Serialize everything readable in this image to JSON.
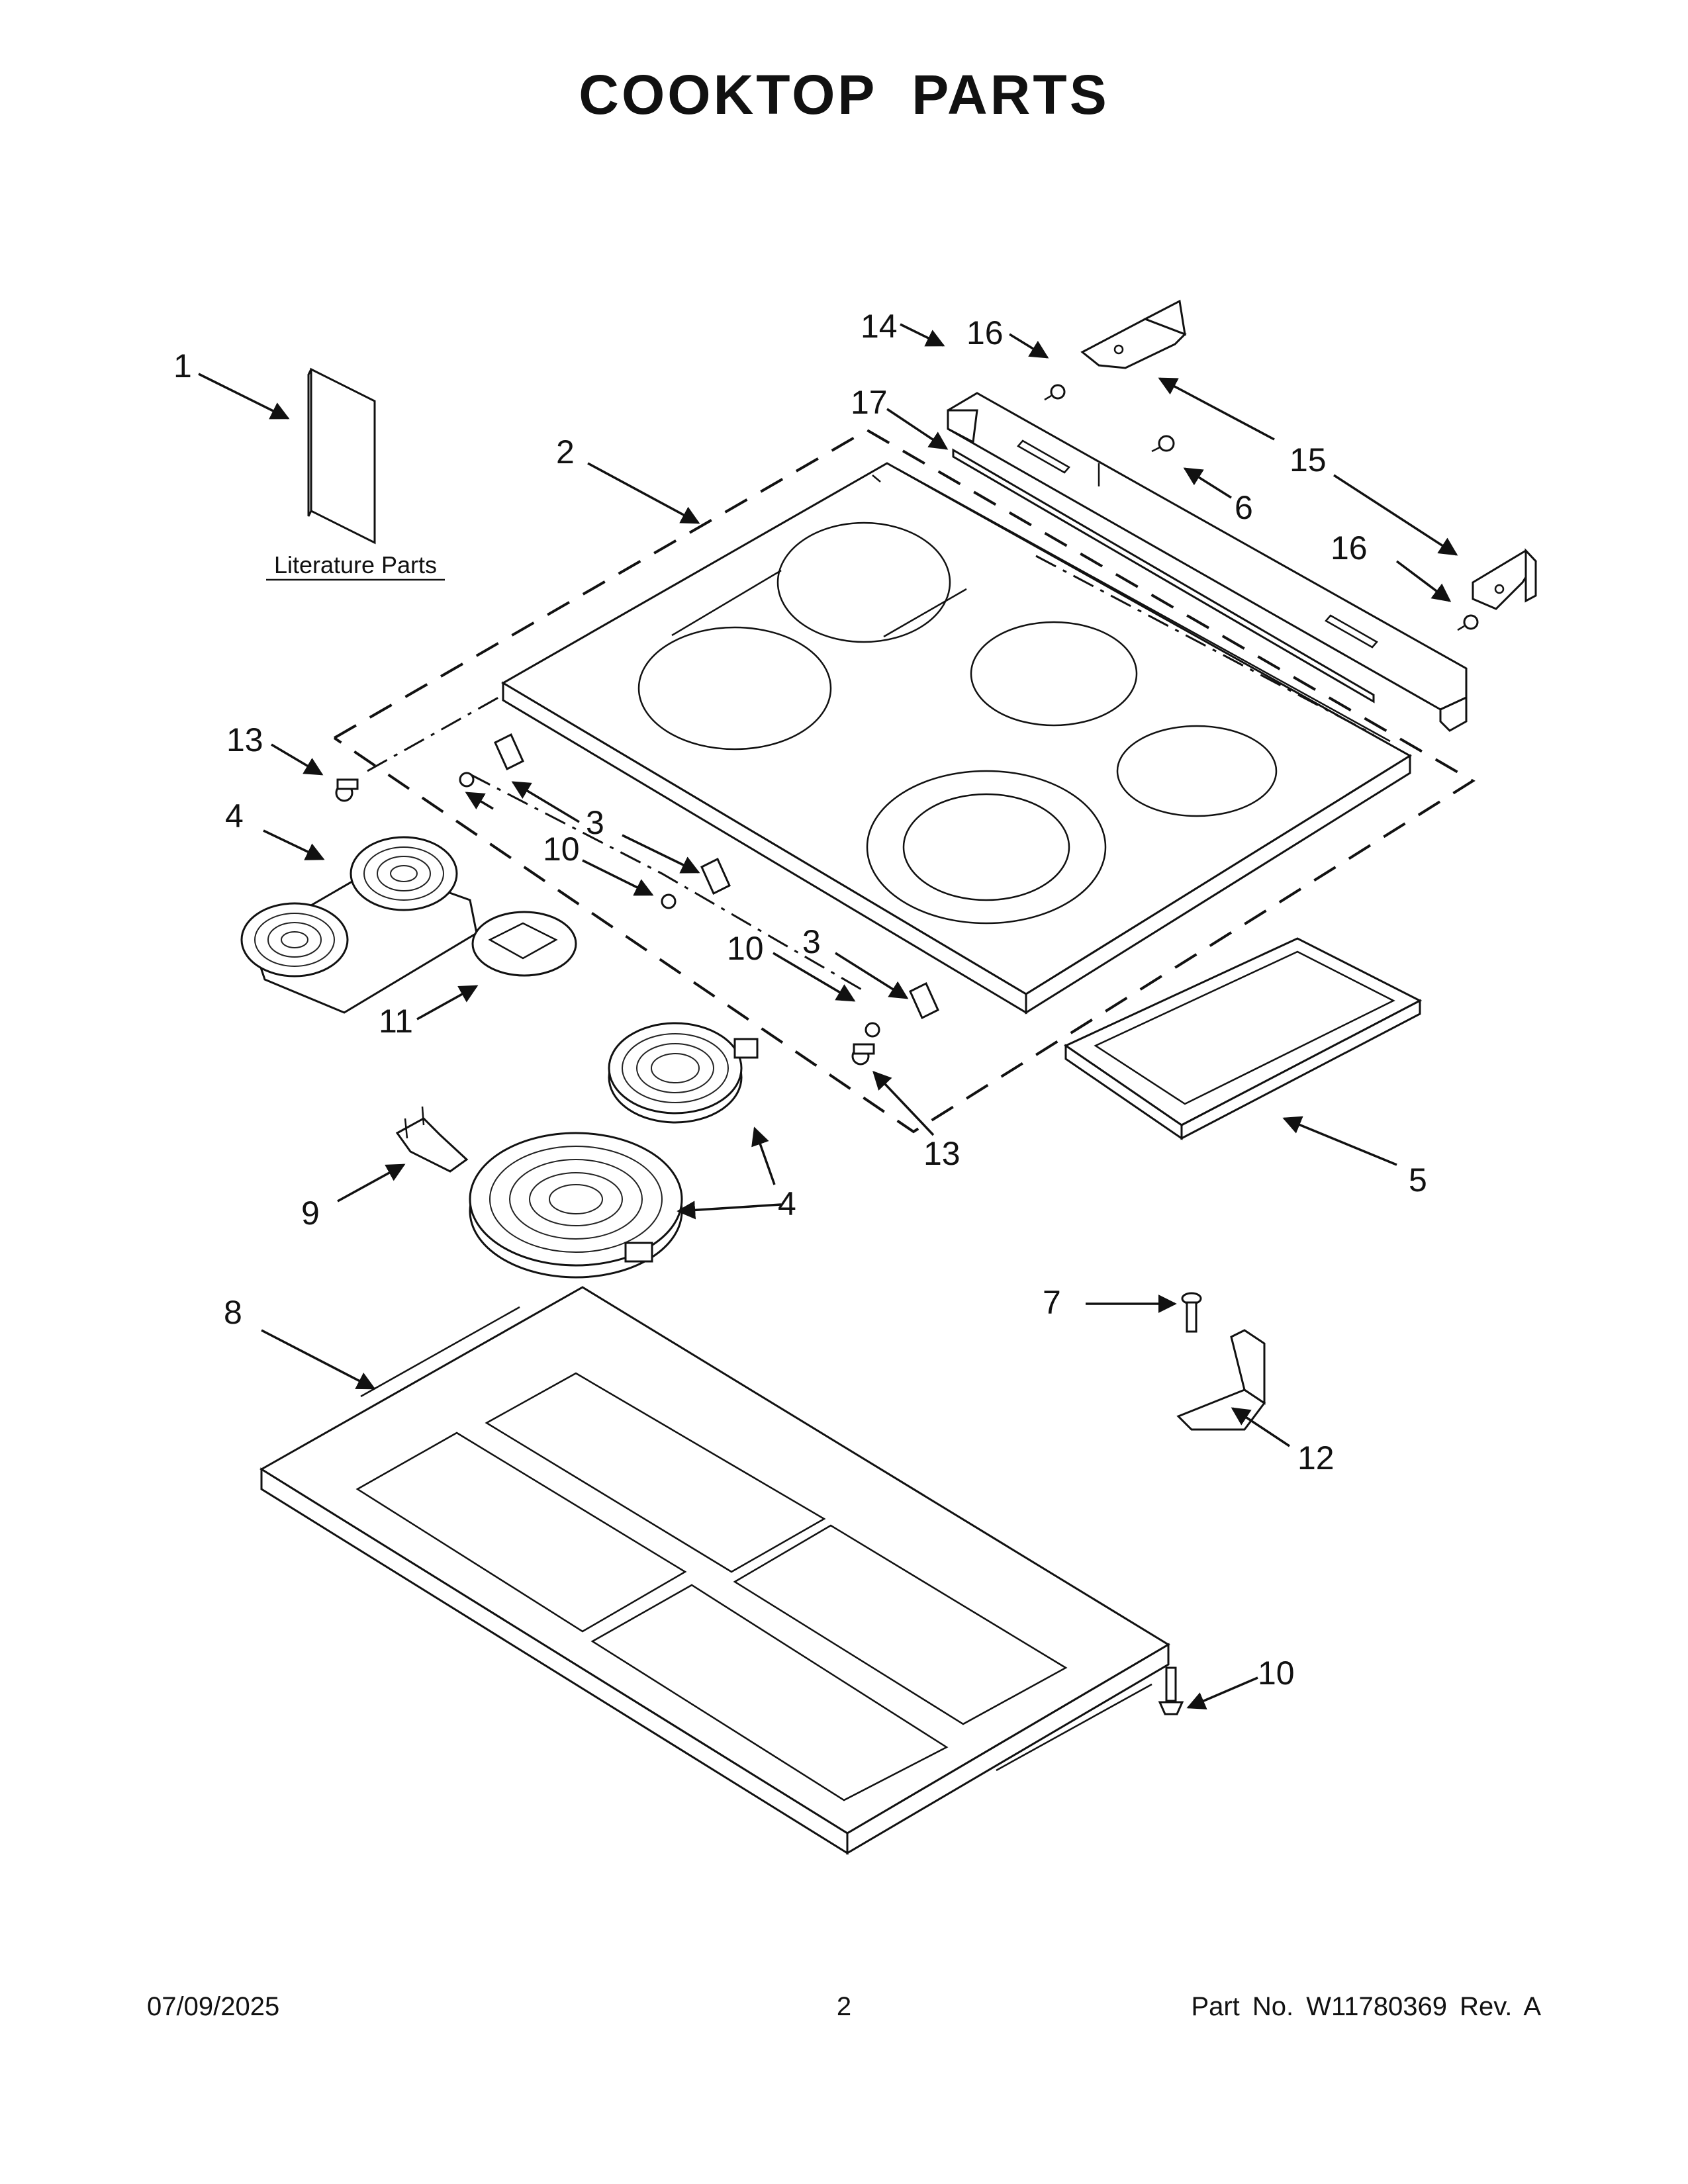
{
  "title": "COOKTOP PARTS",
  "literature_label": "Literature Parts",
  "footer": {
    "date": "07/09/2025",
    "page": "2",
    "part_no": "Part No.  W11780369  Rev.  A"
  },
  "callouts": {
    "c1": "1",
    "c2": "2",
    "c3a": "3",
    "c3b": "3",
    "c4a": "4",
    "c4b": "4",
    "c5": "5",
    "c6": "6",
    "c7": "7",
    "c8": "8",
    "c9": "9",
    "c10a": "10",
    "c10b": "10",
    "c10c": "10",
    "c11": "11",
    "c12": "12",
    "c13a": "13",
    "c13b": "13",
    "c14": "14",
    "c15": "15",
    "c16a": "16",
    "c16b": "16",
    "c17": "17"
  }
}
